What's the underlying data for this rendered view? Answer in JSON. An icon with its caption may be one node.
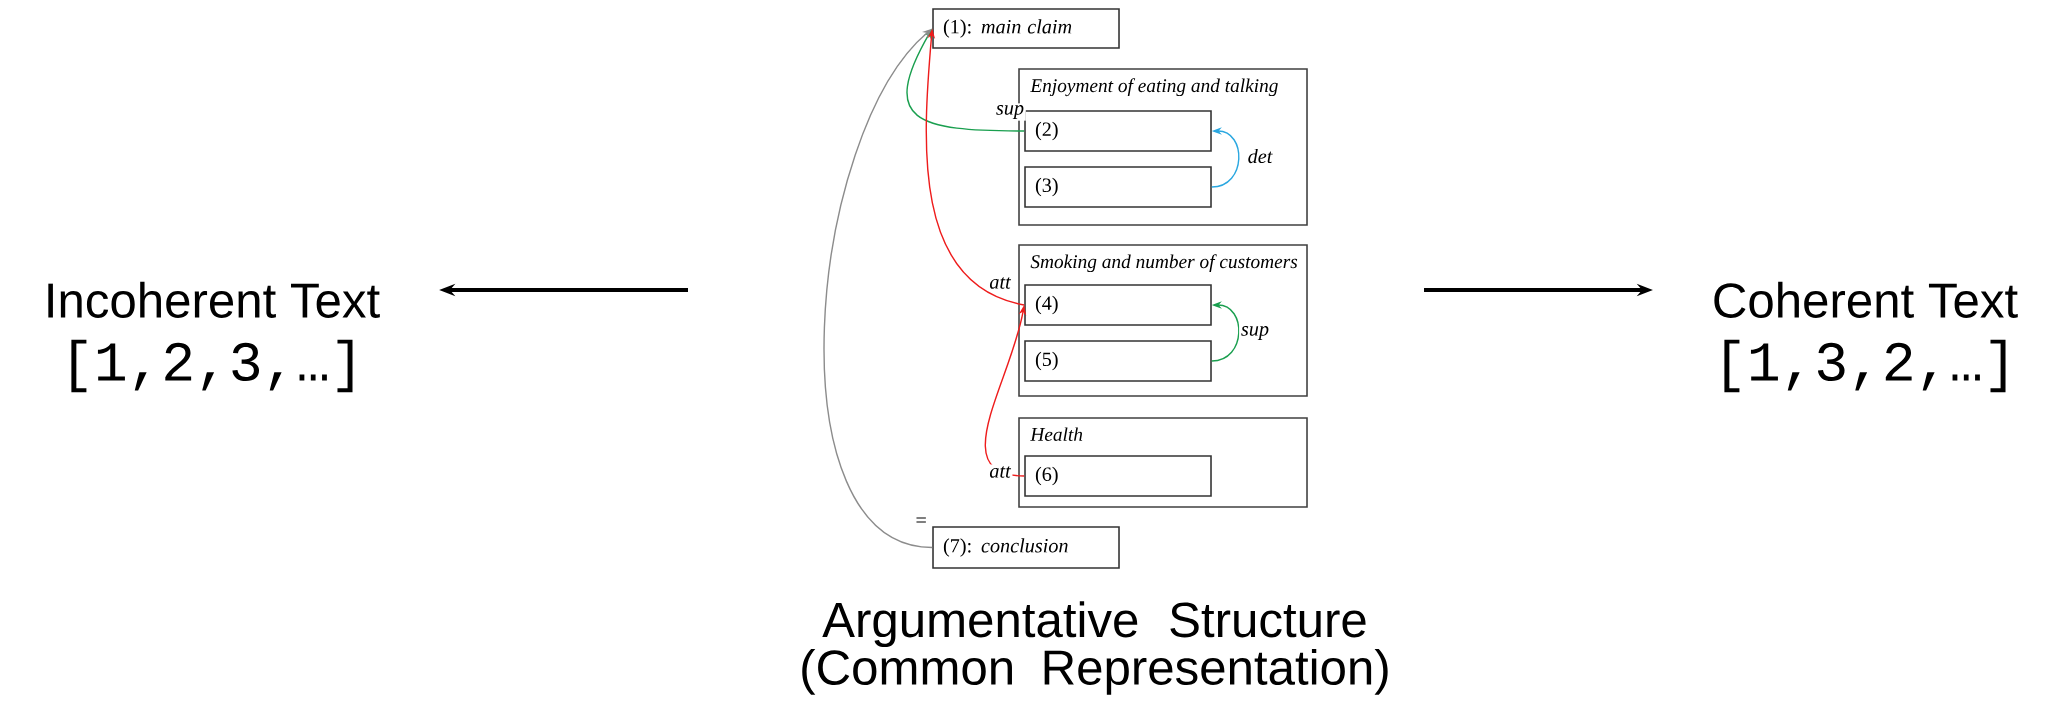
{
  "diagram": {
    "nodes": [
      {
        "text": [
          "Incoherent Text",
          "[1,2,3,…]"
        ]
      },
      {
        "text": [
          "Coherent Text",
          "[1,3,2,…]"
        ]
      },
      {
        "text": [
          "(1): *main claim*"
        ]
      },
      {
        "text": [
          "Enjoyment of eating and talking"
        ]
      },
      {
        "text": [
          "(2)"
        ],
        "in": 3
      },
      {
        "text": [
          "(3)"
        ],
        "in": 3
      },
      {
        "text": [
          "Smoking and number of customers"
        ]
      },
      {
        "text": [
          "(4)"
        ],
        "in": 6
      },
      {
        "text": [
          "(5)"
        ],
        "in": 6
      },
      {
        "text": [
          "Health"
        ]
      },
      {
        "text": [
          "(6)"
        ],
        "in": 9
      },
      {
        "text": [
          "(7): *conclusion*"
        ]
      }
    ],
    "edges": [
      {
        "from": 4,
        "to": 2,
        "arrow": "to",
        "label": "sup",
        "color": "#1a9f4f"
      },
      {
        "from": 5,
        "to": 4,
        "arrow": "to",
        "label": "det",
        "color": "#2aa7e0"
      },
      {
        "from": 7,
        "to": 2,
        "arrow": "to",
        "label": "att",
        "color": "#ee1c1c"
      },
      {
        "from": 8,
        "to": 7,
        "arrow": "to",
        "label": "sup",
        "color": "#1a9f4f"
      },
      {
        "from": 10,
        "to": 7,
        "arrow": "to",
        "label": "att",
        "color": "#ee1c1c"
      },
      {
        "from": 11,
        "to": 2,
        "arrow": "to",
        "label": "=",
        "color": "#8c8c8c"
      },
      {
        "from": null,
        "to": 0,
        "arrow": "to",
        "color": "#000000"
      },
      {
        "from": null,
        "to": 1,
        "arrow": "to",
        "color": "#000000"
      }
    ],
    "labels": [
      "Argumentative Structure (Common Representation)"
    ]
  }
}
